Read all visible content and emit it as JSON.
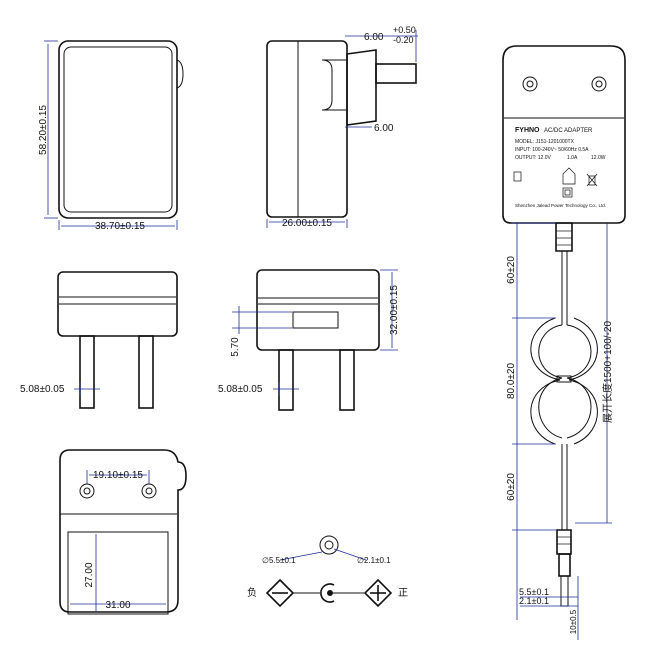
{
  "top_view": {
    "height_dim": "58.20±0.15",
    "width_dim": "38.70±0.15"
  },
  "side_view": {
    "pin_offset_dim_upper": "+0.50",
    "pin_offset_dim_lower": "-0.20",
    "pin_offset_dim_main": "6.00",
    "pin_length_dim": "6.00",
    "depth_dim": "26.00±0.15"
  },
  "front_view": {
    "pin_width_dim": "5.08±0.05"
  },
  "side_view_2": {
    "height_dim": "32.00±0.15",
    "pin_gap_dim": "5.70",
    "pin_width_dim": "5.08±0.05"
  },
  "bottom_view": {
    "pin_spacing_dim": "19.10±0.15",
    "label_height_dim": "27.00",
    "label_width_dim": "31.00"
  },
  "connector": {
    "outer_dia": "∅5.5±0.1",
    "inner_dia": "∅2.1±0.1",
    "negative_label": "负",
    "positive_label": "正"
  },
  "product_label": {
    "brand": "FYHNO",
    "title": "AC/DC ADAPTER",
    "model": "MODEL: J151-1201000TX",
    "input": "INPUT: 100-240V~ 50/60Hz 0.5A",
    "output": "OUTPUT: 12.0V",
    "output_current": "1.0A",
    "output_power": "12.0W",
    "manufacturer": "Shenzhen Jalead Power Technology Co., Ltd."
  },
  "cable_view": {
    "seg1_dim": "60±20",
    "seg2_dim": "80.0±20",
    "seg3_dim": "60±20",
    "total_dim": "展开长度1500+100/-20",
    "plug_outer_dim": "5.5±0.1",
    "plug_inner_dim": "2.1±0.1",
    "plug_length_dim": "10±0.5"
  }
}
